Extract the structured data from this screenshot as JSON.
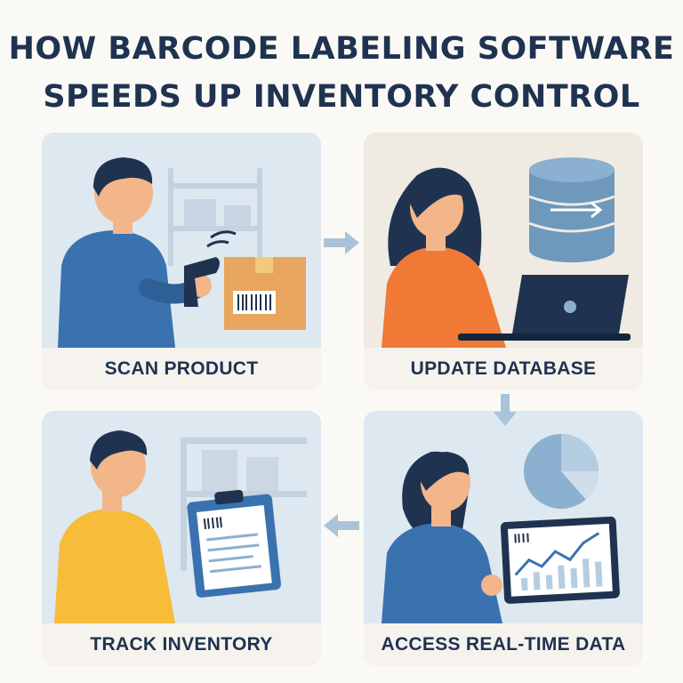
{
  "title": {
    "line1": "HOW BARCODE LABELING SOFTWARE",
    "line2": "SPEEDS UP INVENTORY CONTROL"
  },
  "steps": [
    {
      "label": "SCAN PRODUCT",
      "icon": "barcode-scanner-icon"
    },
    {
      "label": "UPDATE DATABASE",
      "icon": "database-icon"
    },
    {
      "label": "TRACK INVENTORY",
      "icon": "clipboard-icon"
    },
    {
      "label": "ACCESS REAL-TIME DATA",
      "icon": "chart-tablet-icon"
    }
  ],
  "colors": {
    "title": "#1f3350",
    "panel_cool": "#dde8f0",
    "panel_warm": "#efeae2",
    "caption_bg": "#f6f3ee",
    "arrow": "#a9c3d8",
    "shirt_blue": "#3a72b0",
    "shirt_orange": "#f07a35",
    "shirt_yellow": "#f6bc3a",
    "skin": "#f2b68a",
    "hair": "#1f3350"
  }
}
